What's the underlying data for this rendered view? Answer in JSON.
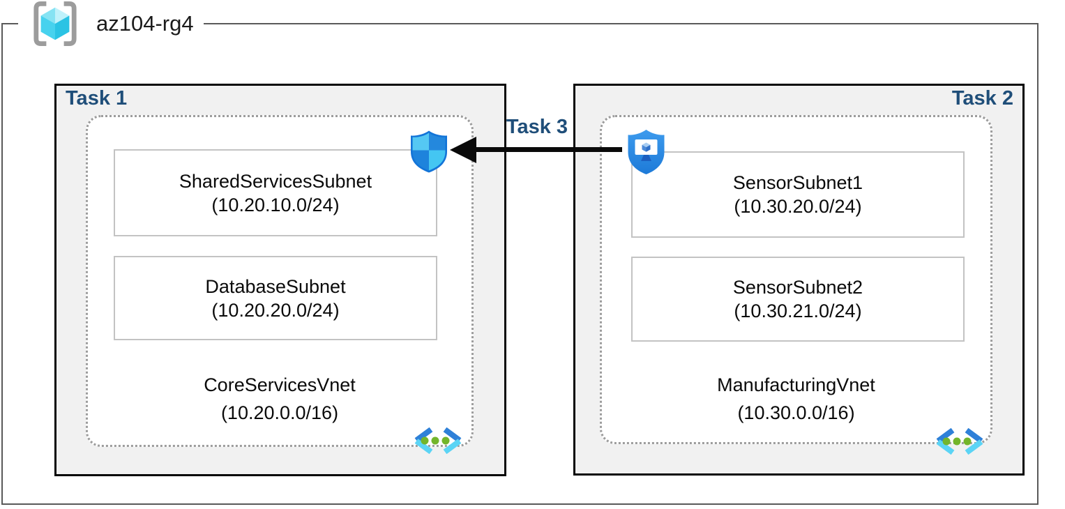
{
  "resource_group": {
    "name": "az104-rg4"
  },
  "task_labels": {
    "task1": "Task 1",
    "task2": "Task 2",
    "task3": "Task 3"
  },
  "vnets": [
    {
      "name": "CoreServicesVnet",
      "cidr": "(10.20.0.0/16)",
      "subnets": [
        {
          "name": "SharedServicesSubnet",
          "cidr": "(10.20.10.0/24)"
        },
        {
          "name": "DatabaseSubnet",
          "cidr": "(10.20.20.0/24)"
        }
      ]
    },
    {
      "name": "ManufacturingVnet",
      "cidr": "(10.30.0.0/16)",
      "subnets": [
        {
          "name": "SensorSubnet1",
          "cidr": "(10.30.20.0/24)"
        },
        {
          "name": "SensorSubnet2",
          "cidr": "(10.30.21.0/24)"
        }
      ]
    }
  ],
  "icons": {
    "resource_group": "resource-group-brackets-cube-icon",
    "nsg": "network-security-group-shield-icon",
    "bastion": "shield-with-monitor-icon",
    "vnet": "virtual-network-chevrons-icon"
  },
  "colors": {
    "task_label": "#1F4E79",
    "outer_border": "#595959",
    "task_box_fill": "#F1F1F1",
    "arrow": "#0A0A0A",
    "vnet_dotted_border": "#9C9C9C"
  }
}
